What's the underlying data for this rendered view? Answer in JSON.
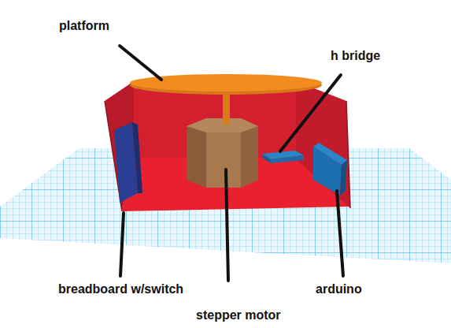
{
  "diagram": {
    "labels": [
      "platform",
      "h bridge",
      "breadboard w/switch",
      "stepper motor",
      "arduino"
    ]
  }
}
